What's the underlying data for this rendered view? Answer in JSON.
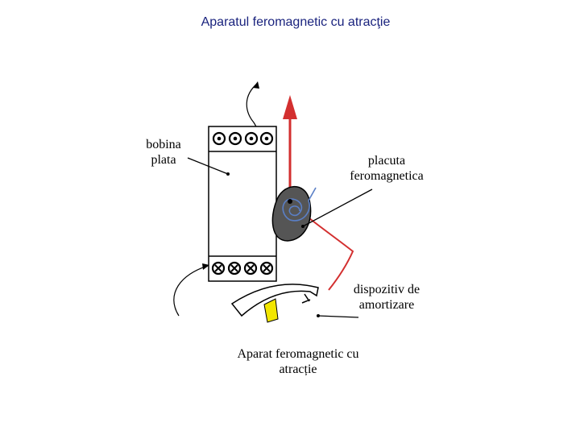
{
  "title": "Aparatul feromagnetic cu atracţie",
  "labels": {
    "coil": "bobina\nplata",
    "plate": "placuta\nferomagnetica",
    "damper": "dispozitiv de\namortizare",
    "caption": "Aparat feromagnetic cu\natracție"
  },
  "colors": {
    "pointer": "#d32f2f",
    "plate": "#555555",
    "vane": "#f2e600",
    "spiral": "#5a7fc6",
    "title": "#1a237e"
  }
}
